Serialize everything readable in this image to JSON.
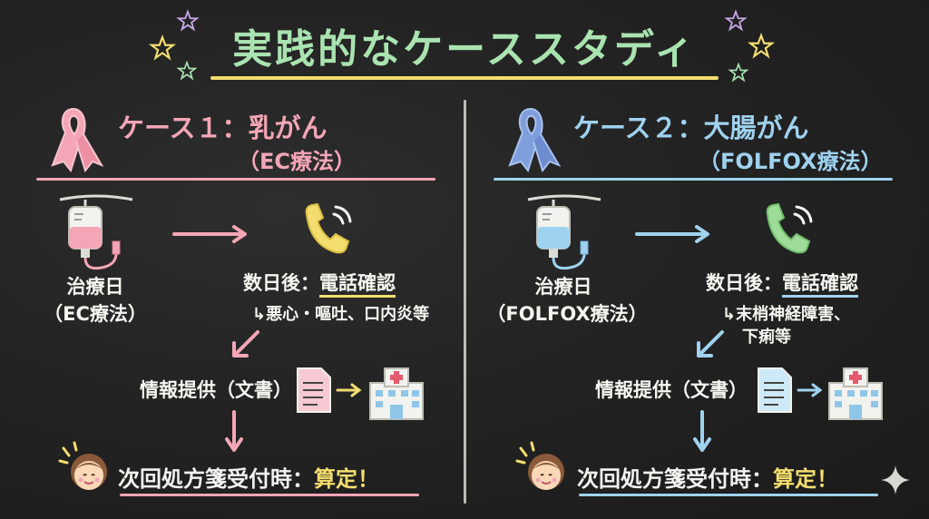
{
  "title": "実践的なケーススタディ",
  "colors": {
    "board": "#1f1f1f",
    "title": "#a9e3b0",
    "underline_yellow": "#f3dd6e",
    "case1_pink": "#f4a6b6",
    "case2_blue": "#9fd2ef",
    "chalk_white": "#f6f6f0"
  },
  "case1": {
    "heading": "ケース１：乳がん",
    "regimen": "（EC療法）",
    "ribbon_icon": "pink-ribbon-icon",
    "day_label_line1": "治療日",
    "day_label_line2": "（EC療法）",
    "call_prefix": "数日後：",
    "call_emph": "電話確認",
    "call_note": "↳悪心・嘔吐、口内炎等",
    "info_label": "情報提供（文書）",
    "final_prefix": "次回処方箋受付時：",
    "final_emph": "算定！"
  },
  "case2": {
    "heading": "ケース２：大腸がん",
    "regimen": "（FOLFOX療法）",
    "ribbon_icon": "blue-ribbon-icon",
    "day_label_line1": "治療日",
    "day_label_line2": "（FOLFOX療法）",
    "call_prefix": "数日後：",
    "call_emph": "電話確認",
    "call_note_line1": "↳末梢神経障害、",
    "call_note_line2": "下痢等",
    "info_label": "情報提供（文書）",
    "final_prefix": "次回処方箋受付時：",
    "final_emph": "算定！"
  }
}
